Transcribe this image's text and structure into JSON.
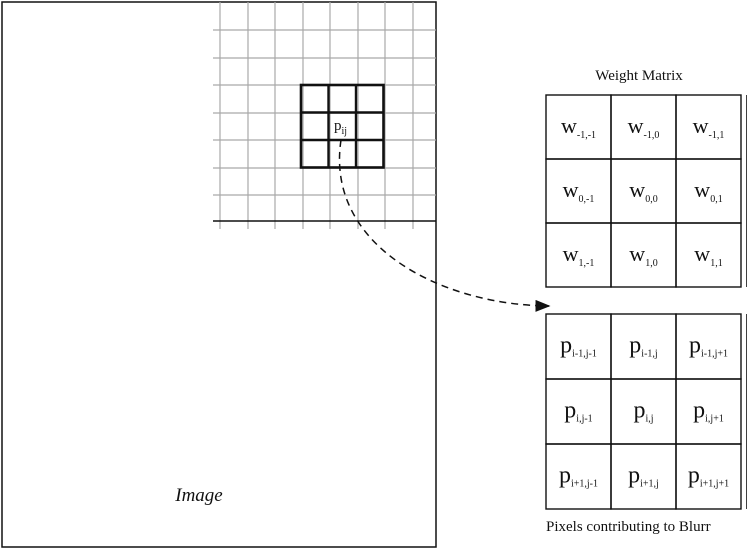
{
  "image_panel": {
    "label": "Image",
    "kernel_pixel": {
      "main": "p",
      "sub": "ij"
    }
  },
  "weight_matrix": {
    "title": "Weight Matrix",
    "cells": [
      [
        {
          "main": "w",
          "sub": "-1,-1"
        },
        {
          "main": "w",
          "sub": "-1,0"
        },
        {
          "main": "w",
          "sub": "-1,1"
        }
      ],
      [
        {
          "main": "w",
          "sub": "0,-1"
        },
        {
          "main": "w",
          "sub": "0,0"
        },
        {
          "main": "w",
          "sub": "0,1"
        }
      ],
      [
        {
          "main": "w",
          "sub": "1,-1"
        },
        {
          "main": "w",
          "sub": "1,0"
        },
        {
          "main": "w",
          "sub": "1,1"
        }
      ]
    ]
  },
  "pixel_matrix": {
    "caption": "Pixels contributing to Blurr",
    "cells": [
      [
        {
          "main": "p",
          "sub": "i-1,j-1"
        },
        {
          "main": "p",
          "sub": "i-1,j"
        },
        {
          "main": "p",
          "sub": "i-1,j+1"
        }
      ],
      [
        {
          "main": "p",
          "sub": "i,j-1"
        },
        {
          "main": "p",
          "sub": "i,j"
        },
        {
          "main": "p",
          "sub": "i,j+1"
        }
      ],
      [
        {
          "main": "p",
          "sub": "i+1,j-1"
        },
        {
          "main": "p",
          "sub": "i+1,j"
        },
        {
          "main": "p",
          "sub": "i+1,j+1"
        }
      ]
    ]
  },
  "colors": {
    "ink": "#111111",
    "grid": "#a9a9a9"
  }
}
